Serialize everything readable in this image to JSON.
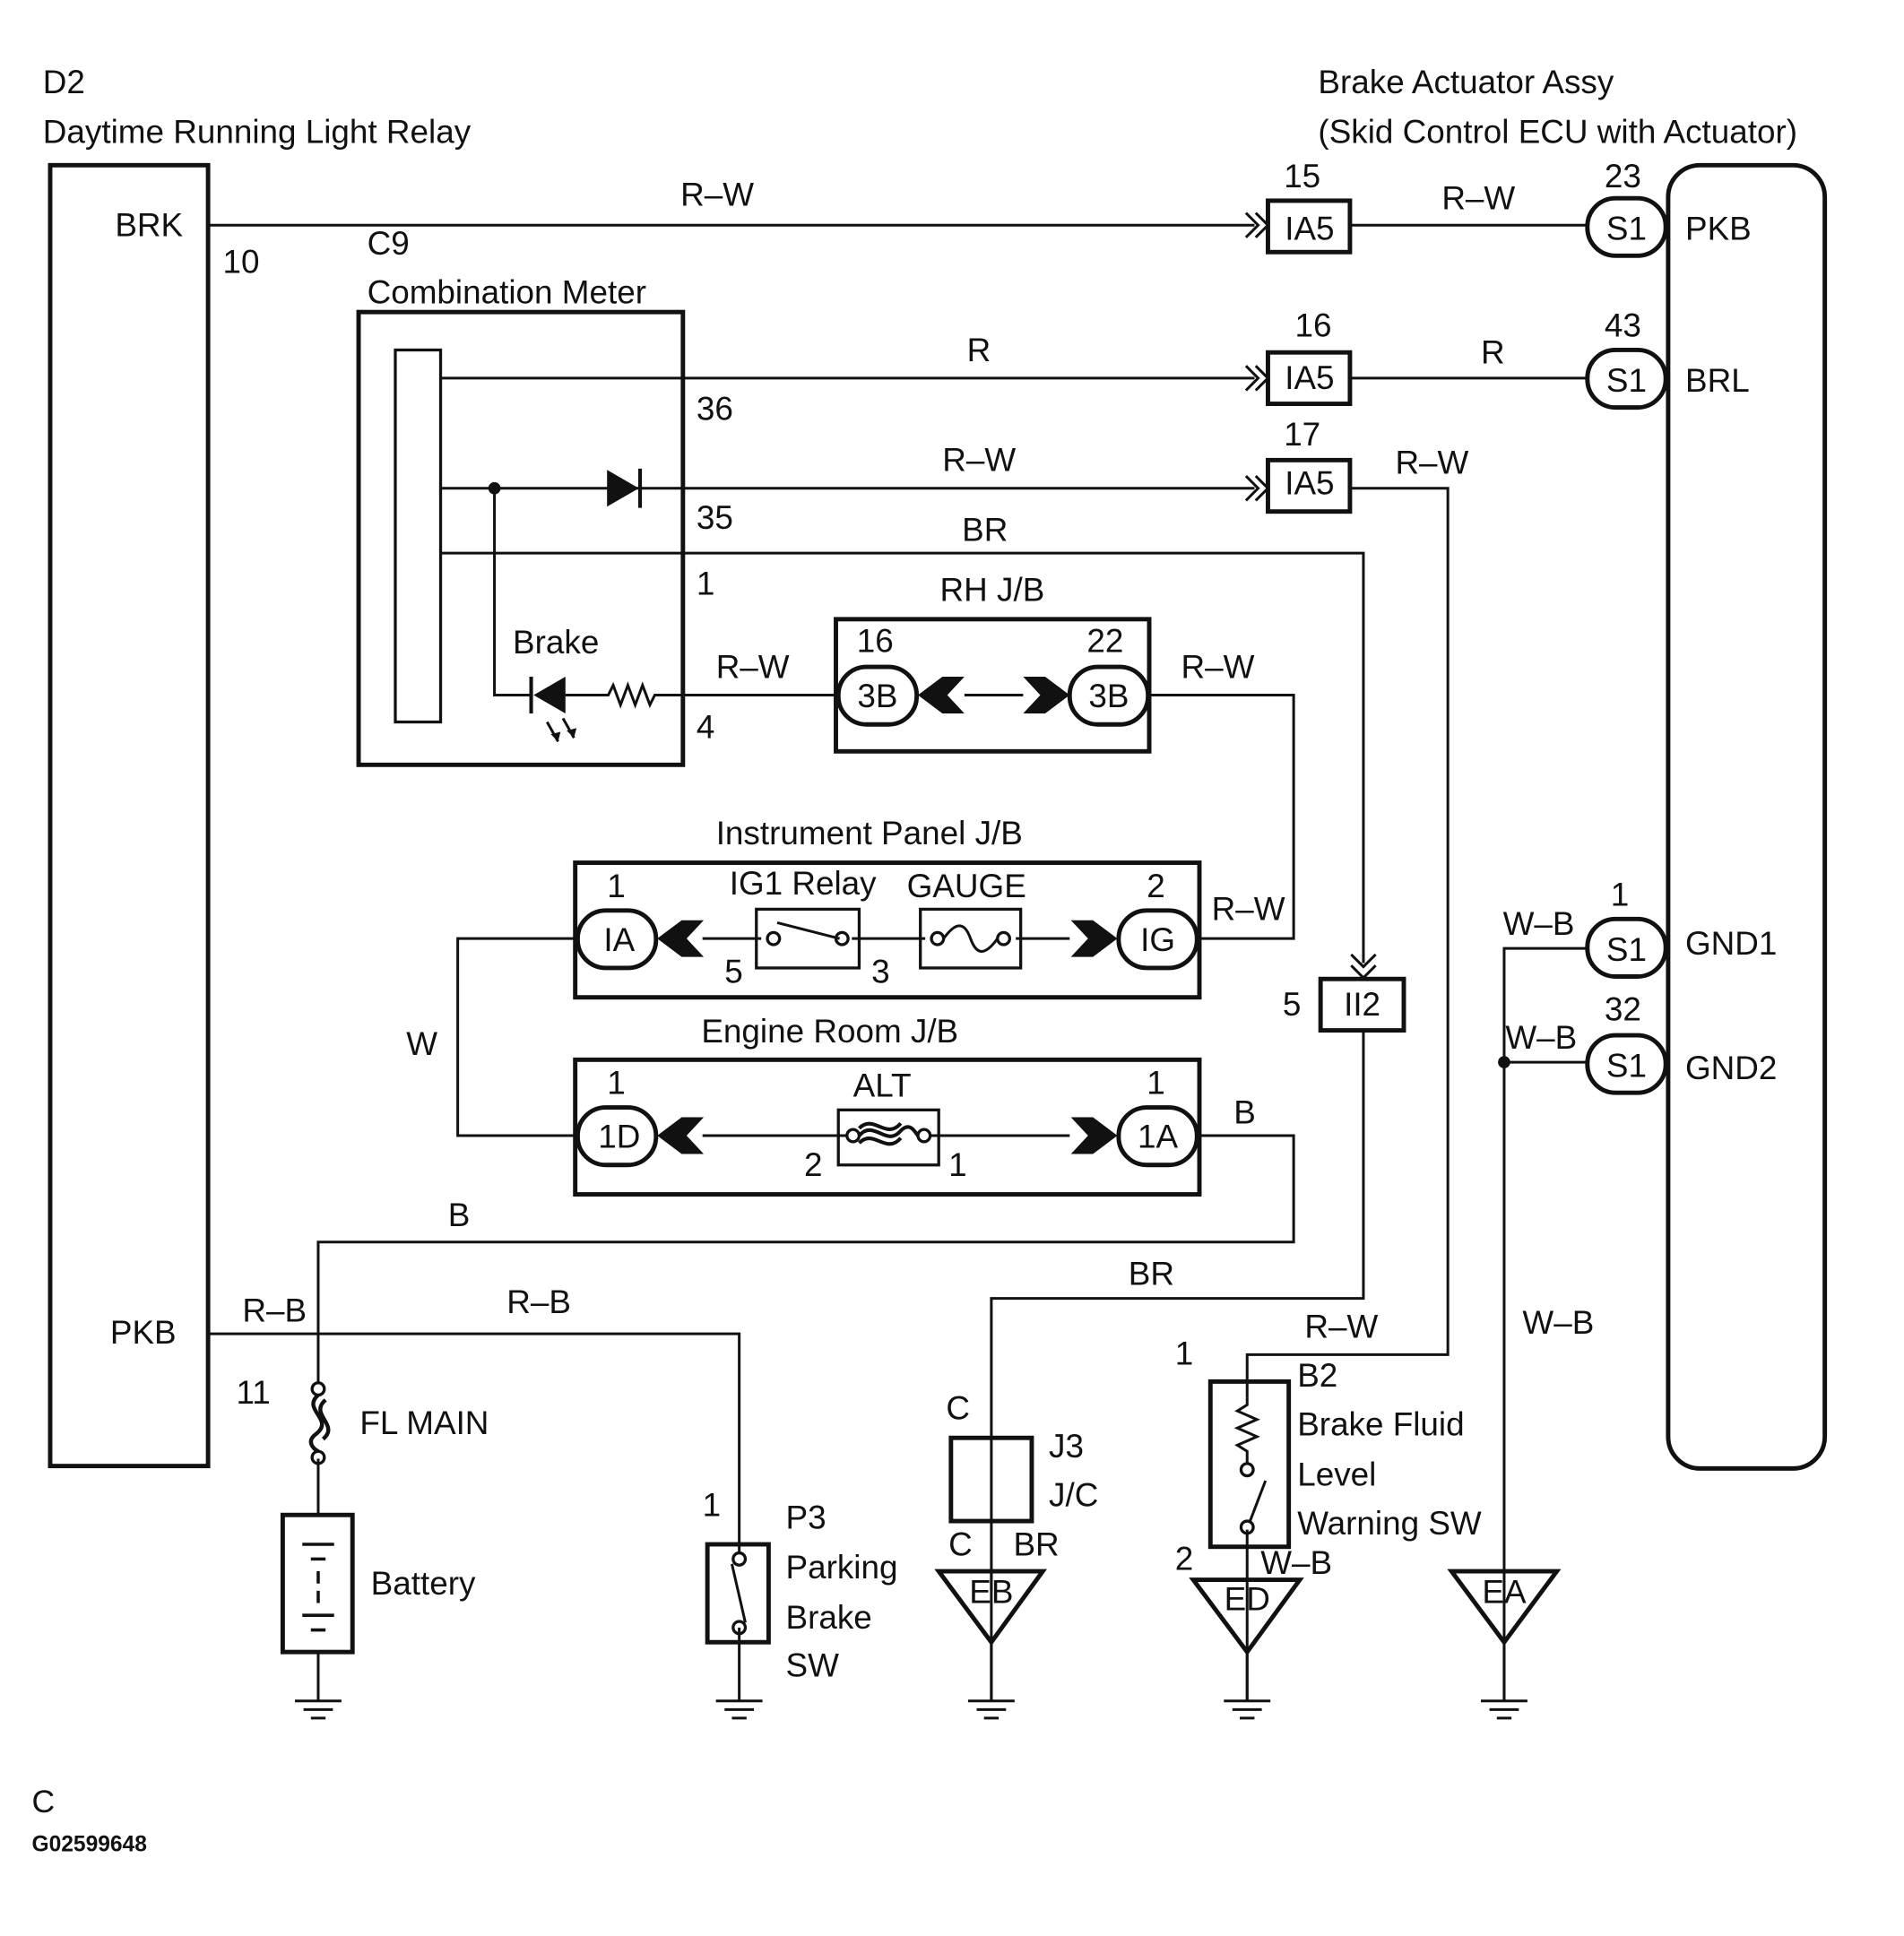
{
  "components": {
    "d2_id": "D2",
    "d2_name": "Daytime Running Light Relay",
    "d2_brk": "BRK",
    "d2_pkb": "PKB",
    "ecu_name_1": "Brake Actuator Assy",
    "ecu_name_2": "(Skid Control ECU with Actuator)",
    "ecu_pkb": "PKB",
    "ecu_brl": "BRL",
    "ecu_gnd1": "GND1",
    "ecu_gnd2": "GND2",
    "c9_id": "C9",
    "c9_name": "Combination Meter",
    "brake_label": "Brake",
    "rhjb": "RH J/B",
    "ipjb": "Instrument Panel J/B",
    "ig1_relay": "IG1 Relay",
    "gauge": "GAUGE",
    "erjb": "Engine Room J/B",
    "alt": "ALT",
    "fl_main": "FL MAIN",
    "battery": "Battery",
    "p3_id": "P3",
    "p3_l1": "Parking",
    "p3_l2": "Brake",
    "p3_l3": "SW",
    "j3_id": "J3",
    "j3_name": "J/C",
    "b2_id": "B2",
    "b2_l1": "Brake Fluid",
    "b2_l2": "Level",
    "b2_l3": "Warning SW"
  },
  "connectors": {
    "ia5": "IA5",
    "s1": "S1",
    "b3": "3B",
    "ia": "IA",
    "ig": "IG",
    "d1": "1D",
    "a1": "1A",
    "ii2": "II2"
  },
  "grounds": {
    "eb": "EB",
    "ed": "ED",
    "ea": "EA"
  },
  "wire_colors": {
    "rw": "R–W",
    "r": "R",
    "br": "BR",
    "w": "W",
    "b": "B",
    "rb": "R–B",
    "wb": "W–B"
  },
  "pins": {
    "d2_brk": "10",
    "d2_pkb": "11",
    "ia5_a": "15",
    "ia5_b": "16",
    "ia5_c": "17",
    "s1_pkb": "23",
    "s1_brl": "43",
    "s1_gnd1": "1",
    "s1_gnd2": "32",
    "c9_36": "36",
    "c9_35": "35",
    "c9_1": "1",
    "c9_4": "4",
    "rh_16": "16",
    "rh_22": "22",
    "ip_ia": "1",
    "ip_ig": "2",
    "relay_5": "5",
    "relay_3": "3",
    "ii2": "5",
    "er_1d": "1",
    "er_1a": "1",
    "alt_2": "2",
    "alt_1": "1",
    "p3_1": "1",
    "b2_1": "1",
    "b2_2": "2",
    "j3_c1": "C",
    "j3_c2": "C"
  },
  "footer": {
    "letter": "C",
    "code": "G02599648"
  }
}
